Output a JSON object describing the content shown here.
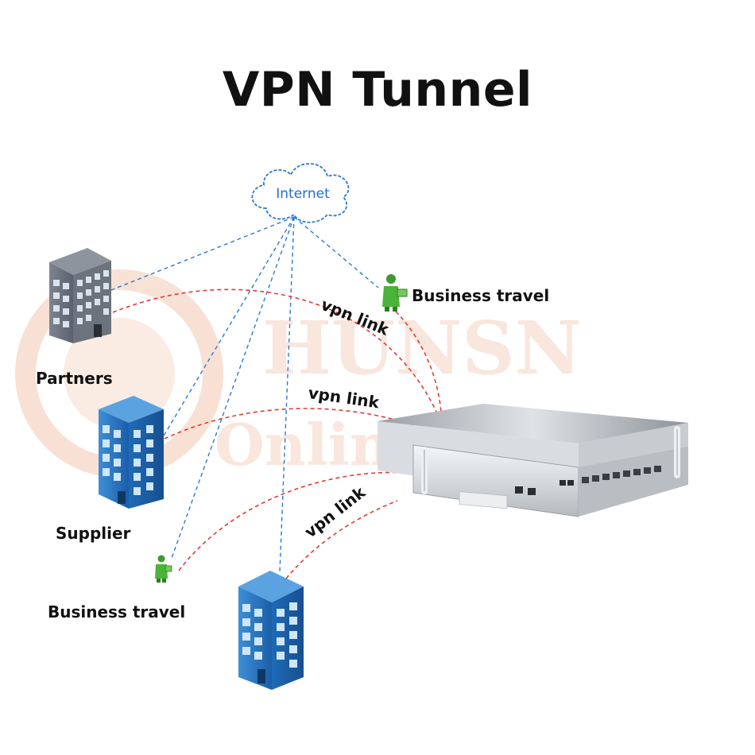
{
  "title": "VPN Tunnel",
  "nodes": {
    "internet": "Internet",
    "partners": "Partners",
    "supplier": "Supplier",
    "business_travel_left": "Business travel",
    "business_travel_right": "Business travel"
  },
  "links": {
    "vpn_link_1": "vpn link",
    "vpn_link_2": "vpn link",
    "vpn_link_3": "vpn link"
  },
  "watermark": {
    "line1": "HUNSN",
    "line2": "Online Store"
  },
  "colors": {
    "internet_line": "#2b7bd1",
    "vpn_line": "#e23a3a",
    "watermark": "#f7d2c0"
  }
}
